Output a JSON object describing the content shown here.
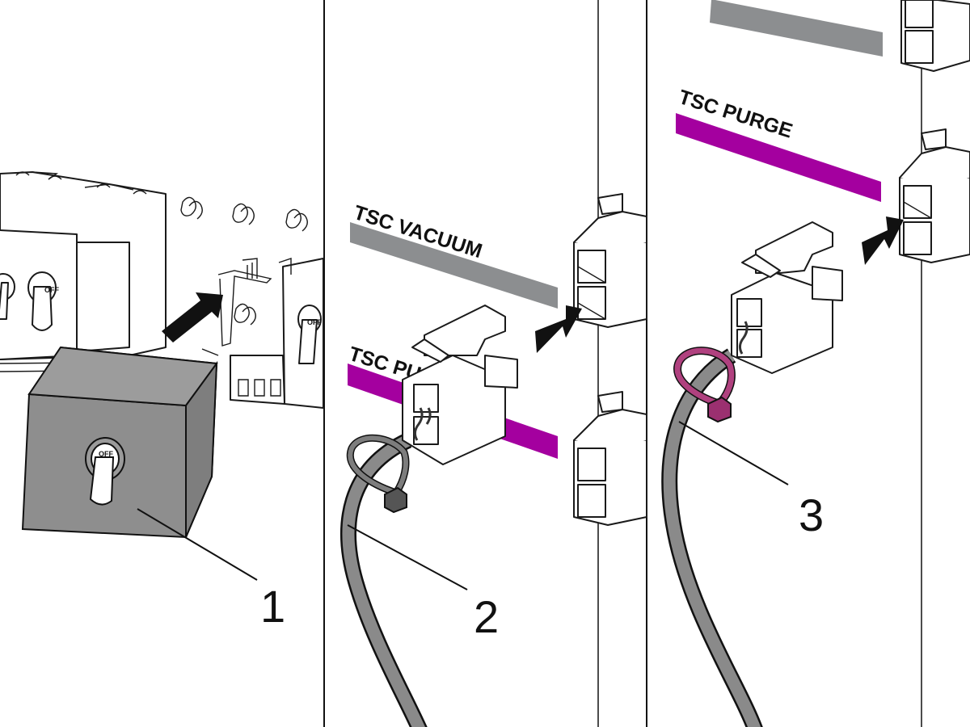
{
  "labels": {
    "vacuum": "TSC VACUUM",
    "purge_partial": "TSC PU",
    "purge": "TSC PURGE"
  },
  "switch_text": "OFF",
  "callouts": [
    "1",
    "2",
    "3"
  ],
  "colors": {
    "vacuum_strip": "#8c8e90",
    "purge_strip": "#a4009f",
    "cover": "#8e8e8e",
    "cable": "#8a8a8a",
    "tie_gray": "#7d7d7d",
    "tie_magenta": "#b0417f",
    "arrow": "#111111"
  },
  "icons": [
    "arrow-icon",
    "cable-tie-icon",
    "connector-icon",
    "rotary-switch-icon"
  ]
}
